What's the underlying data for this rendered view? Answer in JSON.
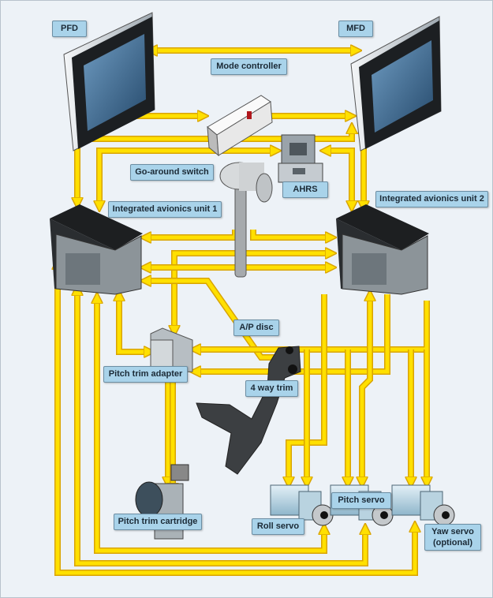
{
  "labels": {
    "pfd": "PFD",
    "mfd": "MFD",
    "mode_controller": "Mode controller",
    "go_around_switch": "Go-around switch",
    "ahrs": "AHRS",
    "iau1": "Integrated avionics unit 1",
    "iau2": "Integrated avionics unit 2",
    "ap_disc": "A/P disc",
    "pitch_trim_adapter": "Pitch trim adapter",
    "four_way_trim": "4 way trim",
    "pitch_trim_cartridge": "Pitch trim cartridge",
    "roll_servo": "Roll servo",
    "pitch_servo": "Pitch servo",
    "yaw_servo_line1": "Yaw servo",
    "yaw_servo_line2": "(optional)"
  },
  "colors": {
    "background": "#edf2f7",
    "connector": "#ffe000",
    "connector_outline": "#e0a800",
    "label_fill": "#a9d3ea",
    "screen": "#3d6f97"
  }
}
